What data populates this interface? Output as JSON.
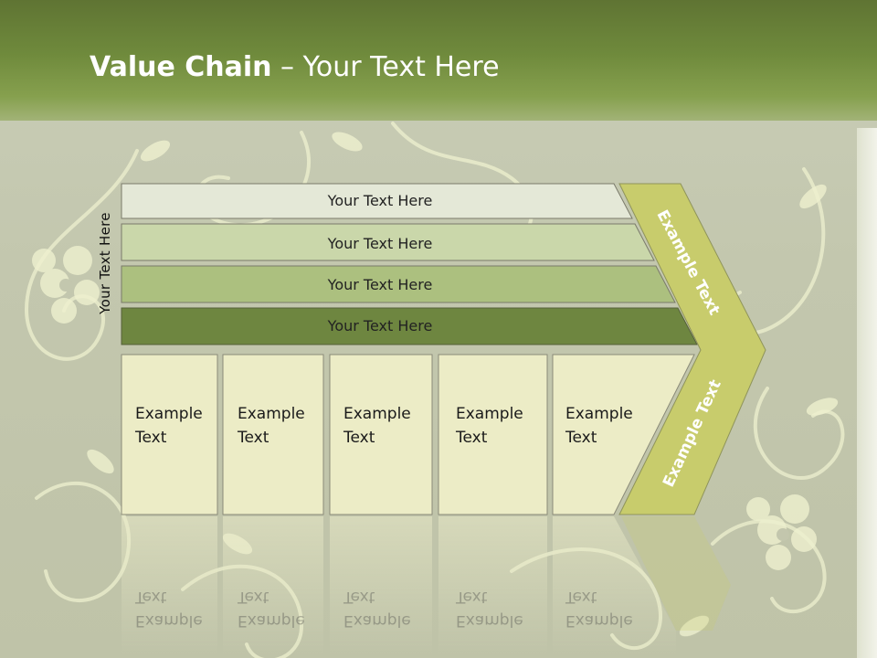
{
  "slide": {
    "title_bold": "Value Chain",
    "title_rest": " – Your Text Here",
    "vertical_label": "Your Text Here"
  },
  "bars": [
    {
      "label": "Your Text Here",
      "color": "#e4e8d7"
    },
    {
      "label": "Your Text Here",
      "color": "#cad7aa"
    },
    {
      "label": "Your Text Here",
      "color": "#acc07f"
    },
    {
      "label": "Your Text Here",
      "color": "#6e8640"
    }
  ],
  "boxes": [
    {
      "line1": "Example",
      "line2": "Text"
    },
    {
      "line1": "Example",
      "line2": "Text"
    },
    {
      "line1": "Example",
      "line2": "Text"
    },
    {
      "line1": "Example",
      "line2": "Text"
    },
    {
      "line1": "Example",
      "line2": "Text"
    }
  ],
  "arrow": {
    "upper_label": "Example Text",
    "lower_label": "Example Text",
    "color": "#c8cc6c"
  },
  "colors": {
    "header": "#6f8a3c",
    "box_fill": "#ececc6",
    "background": "#c3c7ae"
  }
}
